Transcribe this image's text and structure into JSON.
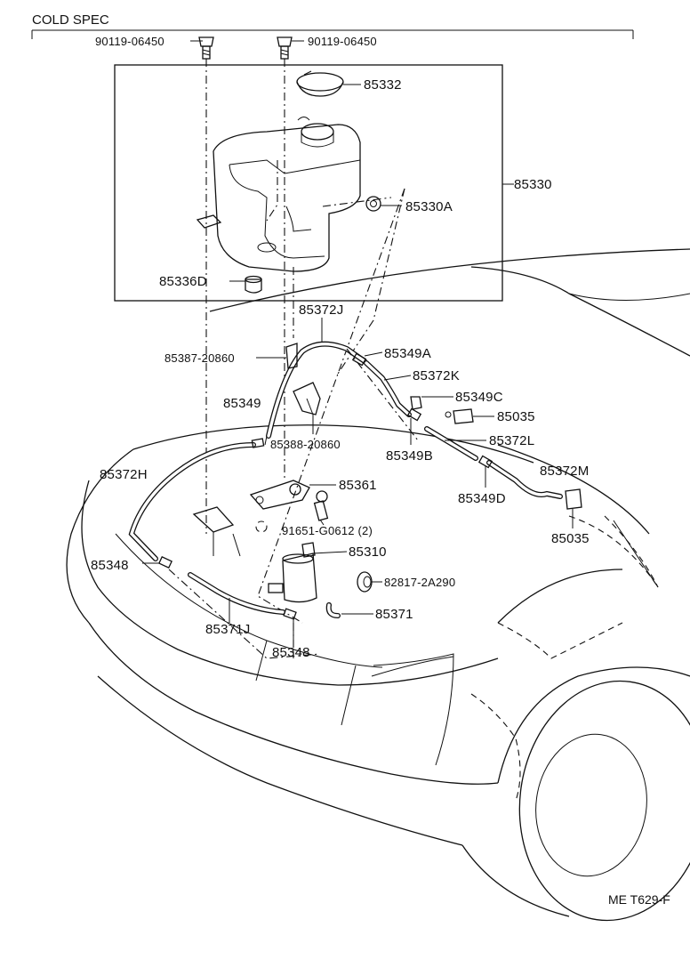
{
  "header": {
    "title": "COLD SPEC"
  },
  "footer": {
    "code": "ME T629-F"
  },
  "parts": {
    "bolt_left": "90119-06450",
    "bolt_right": "90119-06450",
    "cap": "85332",
    "tank_assembly": "85330",
    "grommet_a": "85330A",
    "pad": "85336D",
    "hose_j": "85372J",
    "clamp_87": "85387-20860",
    "joint_a": "85349A",
    "hose_k": "85372K",
    "joint_c": "85349C",
    "clip_upper": "85035",
    "joint": "85349",
    "clamp_88": "85388-20860",
    "joint_b": "85349B",
    "hose_l": "85372L",
    "hose_h": "85372H",
    "hose_m": "85372M",
    "joint_d": "85349D",
    "bracket": "85361",
    "clip_lower": "85035",
    "bolt_lower": "91651-G0612 (2)",
    "pump": "85310",
    "grommet_pump": "82817-2A290",
    "connector_left": "85348",
    "hose_short": "85371",
    "hose_j2": "85371J",
    "connector_bottom": "85348"
  }
}
